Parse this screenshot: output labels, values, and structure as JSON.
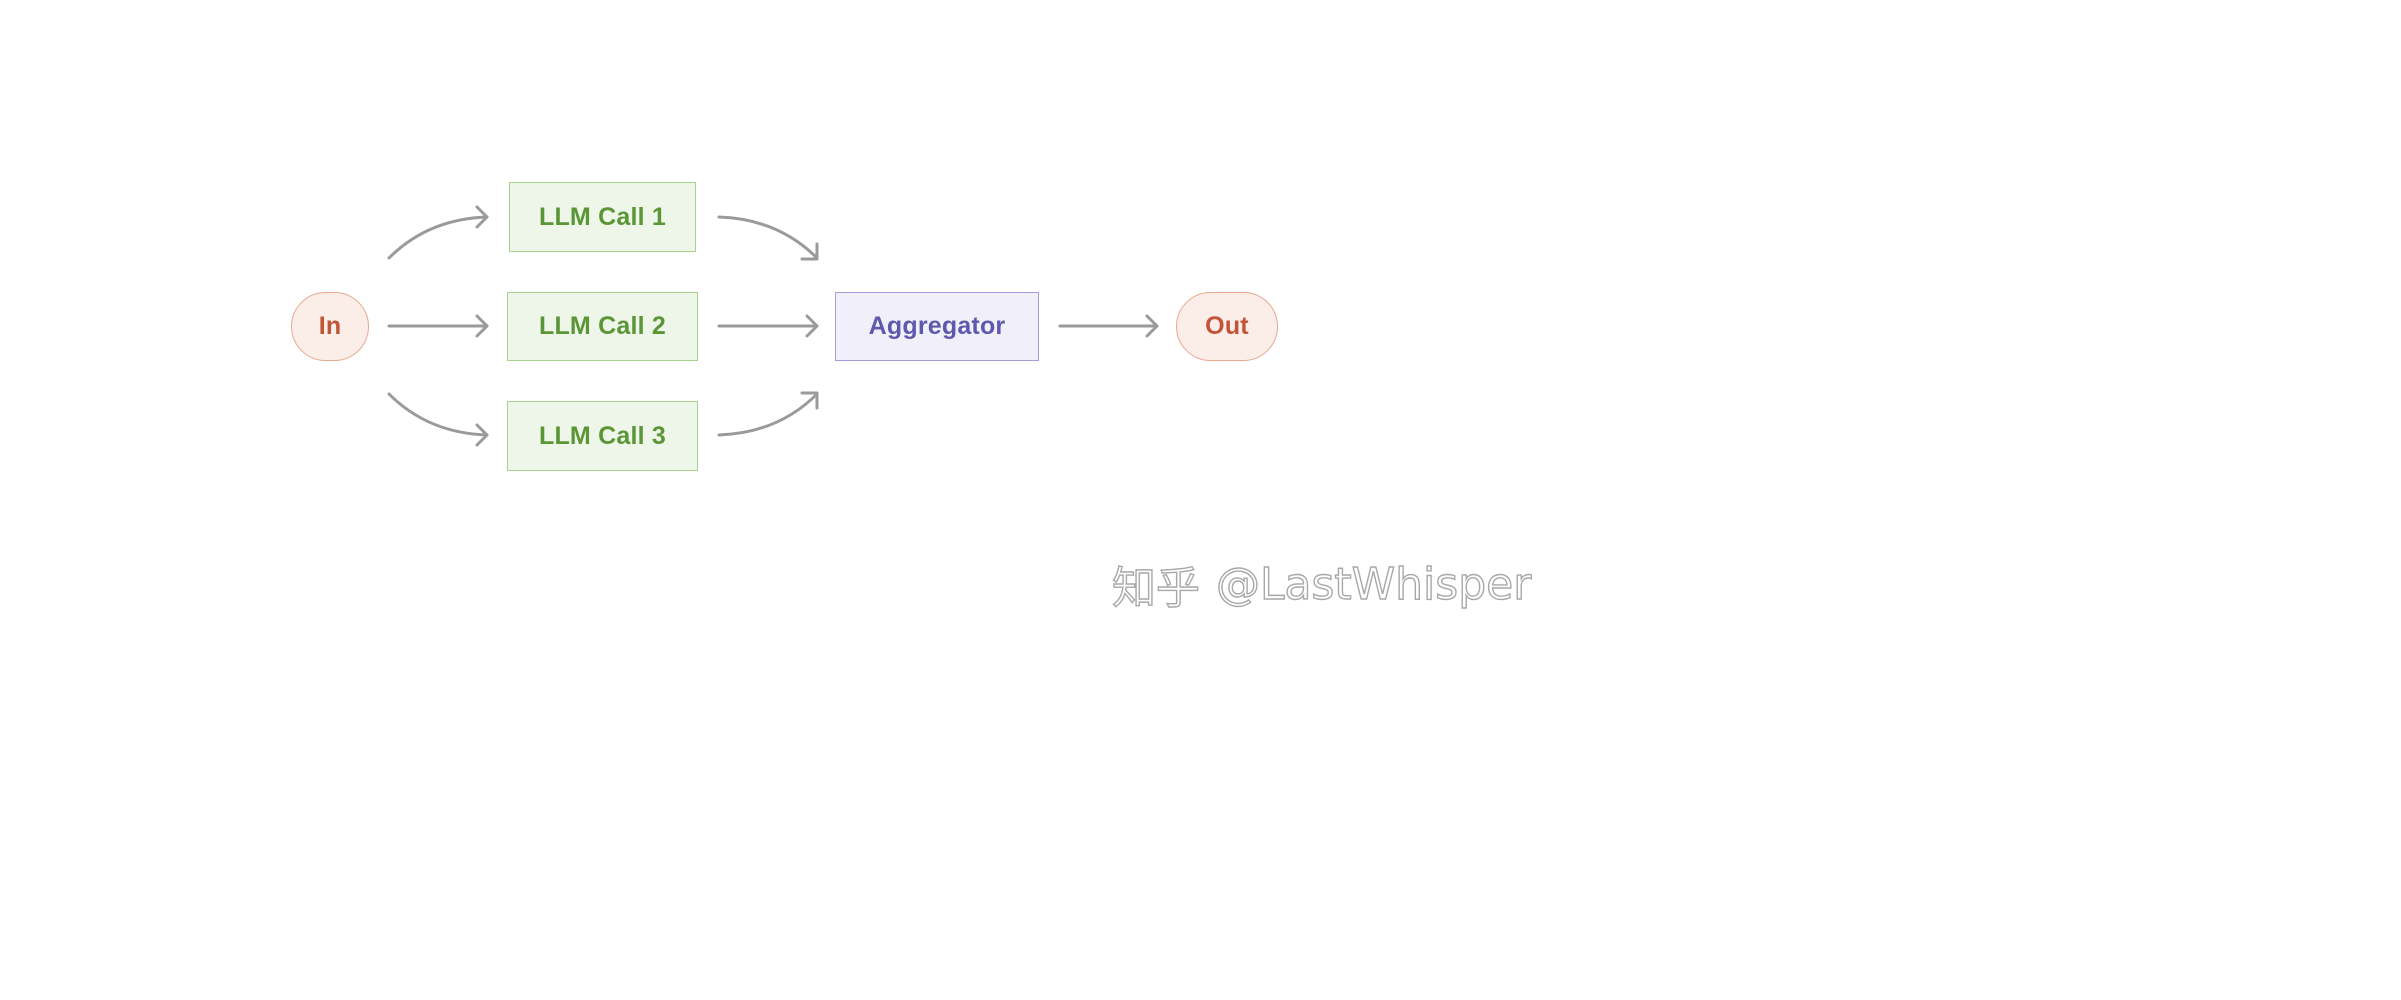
{
  "nodes": {
    "input": "In",
    "llm_call_1": "LLM Call 1",
    "llm_call_2": "LLM Call 2",
    "llm_call_3": "LLM Call 3",
    "aggregator": "Aggregator",
    "output": "Out"
  },
  "edges": [
    {
      "from": "In",
      "to": "LLM Call 1"
    },
    {
      "from": "In",
      "to": "LLM Call 2"
    },
    {
      "from": "In",
      "to": "LLM Call 3"
    },
    {
      "from": "LLM Call 1",
      "to": "Aggregator"
    },
    {
      "from": "LLM Call 2",
      "to": "Aggregator"
    },
    {
      "from": "LLM Call 3",
      "to": "Aggregator"
    },
    {
      "from": "Aggregator",
      "to": "Out"
    }
  ],
  "watermark": {
    "site": "知乎",
    "handle": "@LastWhisper"
  },
  "colors": {
    "io_text": "#c2543a",
    "io_border": "#e8a88f",
    "io_fill": "#fbeee8",
    "llm_text": "#5a9636",
    "llm_border": "#a6d48c",
    "llm_fill": "#eef6e9",
    "agg_text": "#5f58ad",
    "agg_border": "#a39ddd",
    "agg_fill": "#f1f0fa",
    "arrow": "#9a9a98"
  }
}
